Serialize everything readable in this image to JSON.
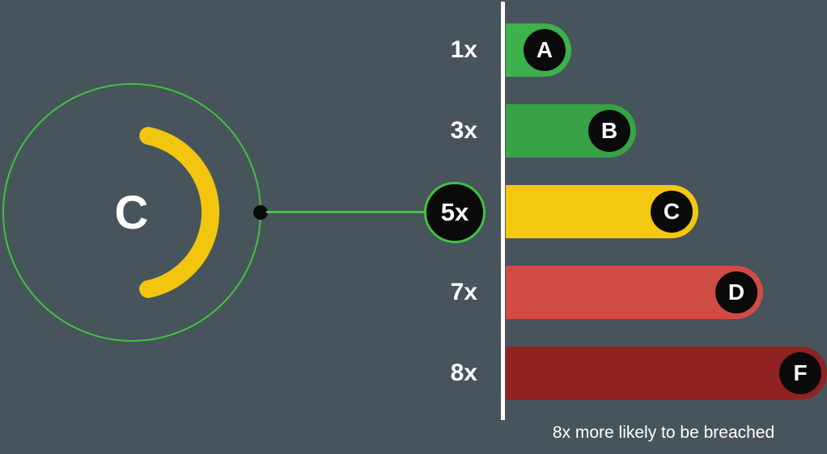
{
  "colors": {
    "background": "#47545c",
    "accent_green": "#41c241",
    "badge_black": "#0a0a0a",
    "axis_white": "#ffffff"
  },
  "gauge": {
    "grade": "C",
    "ring_color": "#41c241",
    "arc_color": "#f2c60e"
  },
  "callout": {
    "label": "5x"
  },
  "caption": "8x more likely to be breached",
  "chart_data": {
    "type": "bar",
    "orientation": "horizontal",
    "categories": [
      "A",
      "B",
      "C",
      "D",
      "F"
    ],
    "values": [
      1,
      3,
      5,
      7,
      8
    ],
    "value_labels": [
      "1x",
      "3x",
      "5x",
      "7x",
      "8x"
    ],
    "highlighted_row": "C",
    "caption": "8x more likely to be breached",
    "rows": [
      {
        "grade": "A",
        "label": "1x",
        "value": 1,
        "color": "#3fb14c"
      },
      {
        "grade": "B",
        "label": "3x",
        "value": 3,
        "color": "#38a345"
      },
      {
        "grade": "C",
        "label": "5x",
        "value": 5,
        "color": "#f2c810"
      },
      {
        "grade": "D",
        "label": "7x",
        "value": 7,
        "color": "#d14b45"
      },
      {
        "grade": "F",
        "label": "8x",
        "value": 8,
        "color": "#8f2222"
      }
    ]
  }
}
